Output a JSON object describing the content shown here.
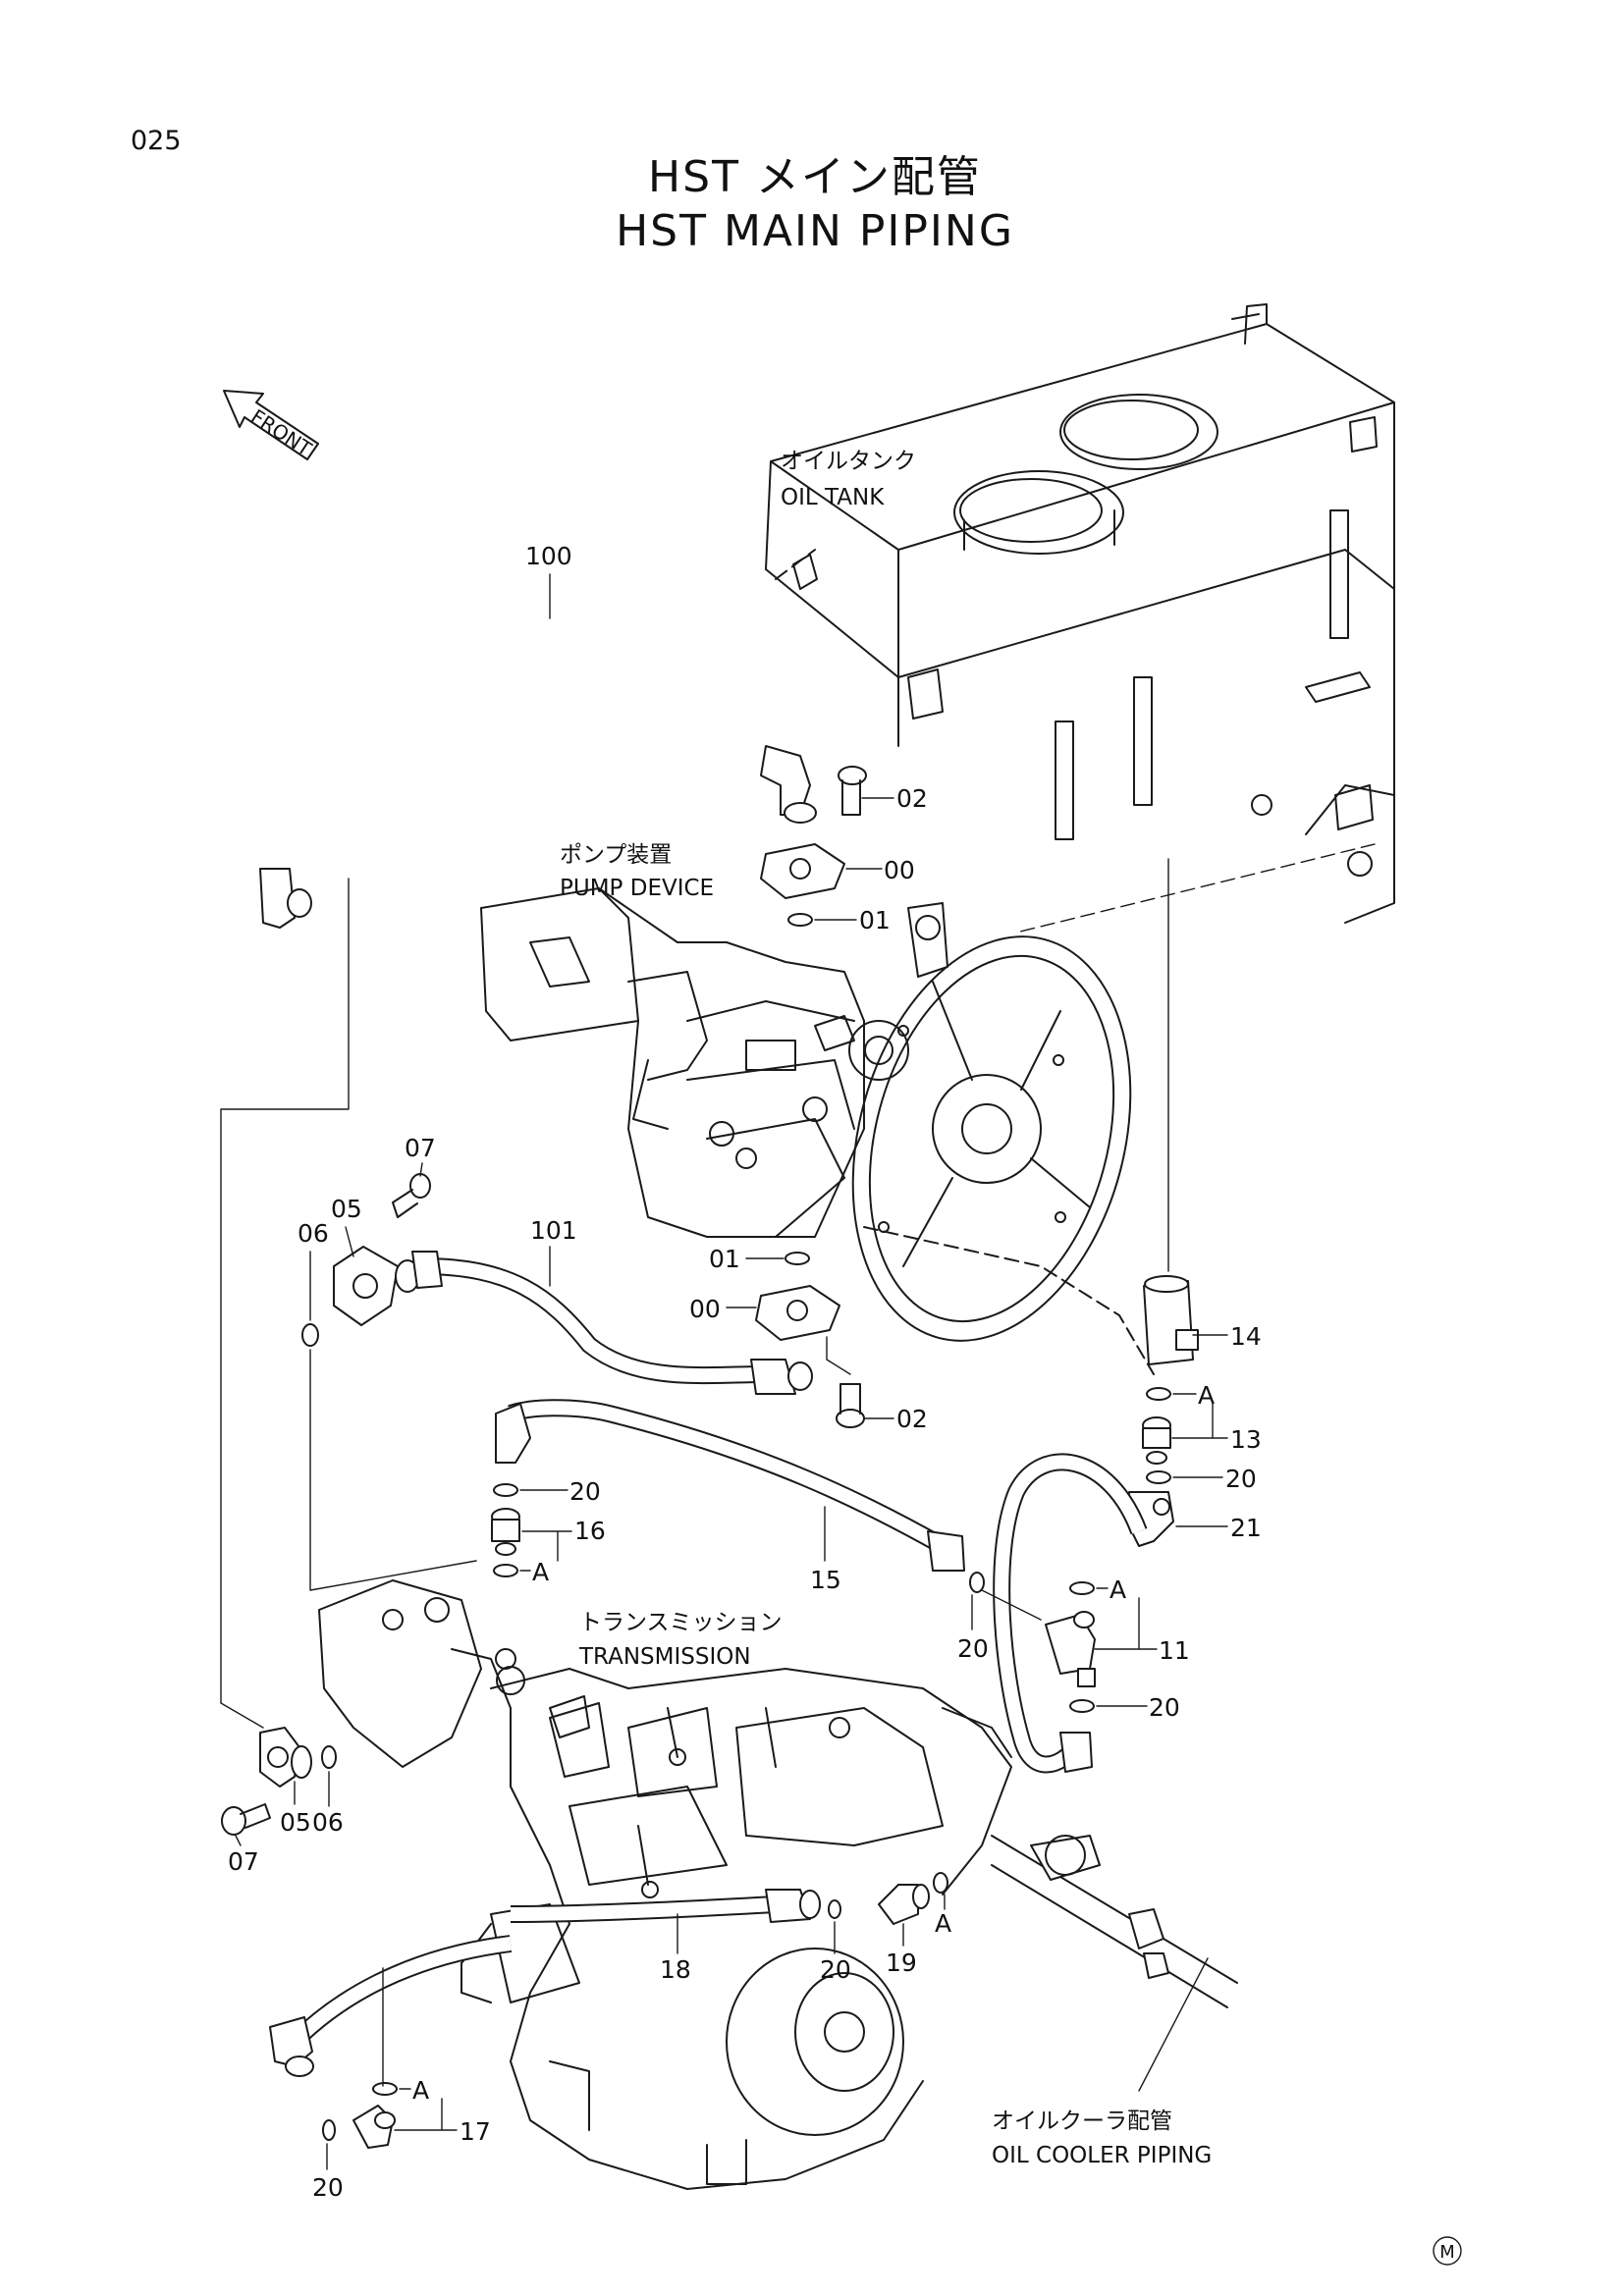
{
  "page_number": "025",
  "title_jp": "HST メイン配管",
  "title_en": "HST MAIN PIPING",
  "front_label": "FRONT",
  "mark": "M",
  "components": {
    "oil_tank": {
      "jp": "オイルタンク",
      "en": "OIL TANK"
    },
    "pump_device": {
      "jp": "ポンプ装置",
      "en": "PUMP DEVICE"
    },
    "transmission": {
      "jp": "トランスミッション",
      "en": "TRANSMISSION"
    },
    "oil_cooler_piping": {
      "jp": "オイルクーラ配管",
      "en": "OIL COOLER PIPING"
    }
  },
  "callouts": {
    "c100": "100",
    "c02a": "02",
    "c00a": "00",
    "c01a": "01",
    "c07a": "07",
    "c05a": "05",
    "c06a": "06",
    "c101": "101",
    "c01b": "01",
    "c00b": "00",
    "c02b": "02",
    "c14": "14",
    "cA1": "A",
    "c13": "13",
    "c20a": "20",
    "c21": "21",
    "c20b": "20",
    "c16": "16",
    "cA2": "A",
    "c15": "15",
    "c20c": "20",
    "cA3": "A",
    "c11": "11",
    "c20d": "20",
    "c05b": "05",
    "c06b": "06",
    "c07b": "07",
    "c18": "18",
    "c20e": "20",
    "c19": "19",
    "cA4": "A",
    "cA5": "A",
    "c17": "17",
    "c20f": "20"
  }
}
